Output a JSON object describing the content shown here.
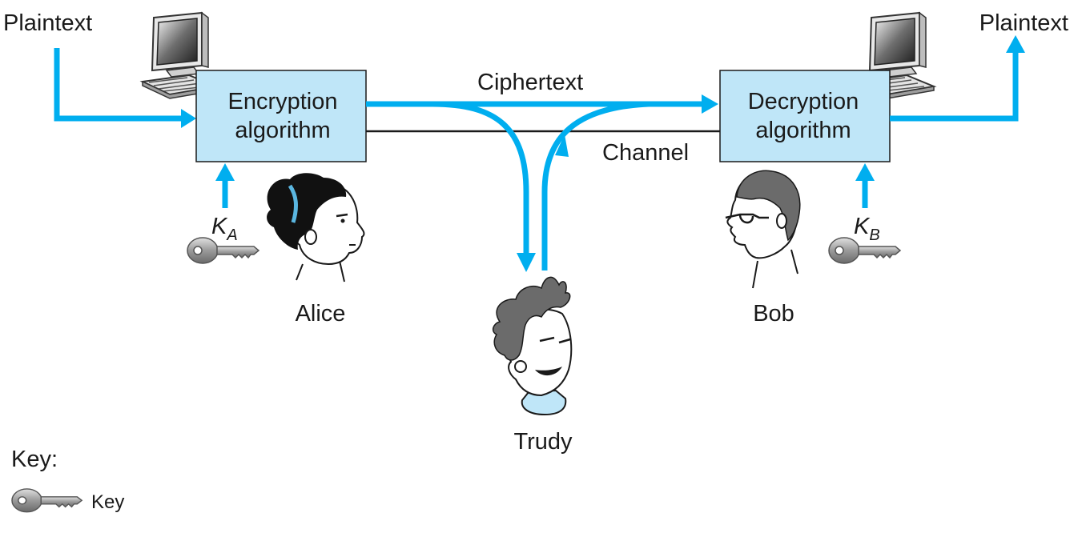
{
  "labels": {
    "plaintext_left": "Plaintext",
    "plaintext_right": "Plaintext",
    "ciphertext": "Ciphertext",
    "channel": "Channel"
  },
  "encryption_box": {
    "line1": "Encryption",
    "line2": "algorithm"
  },
  "decryption_box": {
    "line1": "Decryption",
    "line2": "algorithm"
  },
  "keys": {
    "alice": {
      "symbol": "K",
      "subscript": "A"
    },
    "bob": {
      "symbol": "K",
      "subscript": "B"
    }
  },
  "people": {
    "alice": "Alice",
    "bob": "Bob",
    "trudy": "Trudy"
  },
  "legend": {
    "title": "Key:",
    "key_label": "Key"
  },
  "colors": {
    "arrow": "#00aeef",
    "box_fill": "#bfe6f8",
    "box_stroke": "#1a1a1a",
    "channel_line": "#1a1a1a",
    "key_metal": "#a8a8a8",
    "hair": "#6b6b6b"
  },
  "icons": [
    "computer-icon",
    "key-icon",
    "alice-face-icon",
    "bob-face-icon",
    "trudy-face-icon"
  ]
}
